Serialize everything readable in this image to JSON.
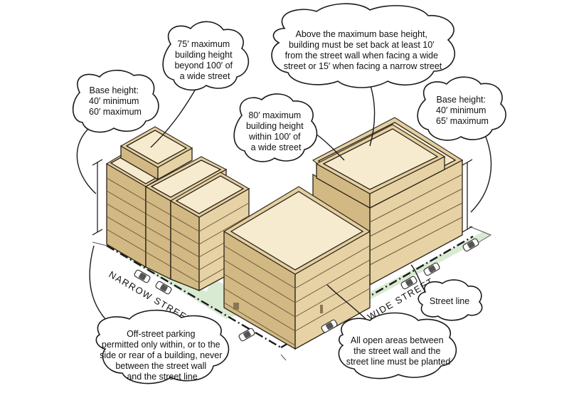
{
  "callouts": {
    "base_narrow": {
      "lines": [
        "Base height:",
        "40′ minimum",
        "60′ maximum"
      ]
    },
    "max_75": {
      "lines": [
        "75′ maximum",
        "building height",
        "beyond 100′ of",
        "a wide street"
      ]
    },
    "setback": {
      "lines": [
        "Above the maximum base height,",
        "building must be set back at least 10′",
        "from the street wall when facing a wide",
        "street or 15′ when facing a narrow street"
      ]
    },
    "max_80": {
      "lines": [
        "80′ maximum",
        "building height",
        "within 100′ of",
        "a wide street"
      ]
    },
    "base_wide": {
      "lines": [
        "Base height:",
        "40′ minimum",
        "65′ maximum"
      ]
    },
    "street_line": {
      "lines": [
        "Street line"
      ]
    },
    "planted": {
      "lines": [
        "All open areas between",
        "the street wall and the",
        "street line must be planted"
      ]
    },
    "parking": {
      "lines": [
        "Off-street parking",
        "permitted only within, or to the",
        "side or rear of a building, never",
        "between the street wall",
        "and the street line"
      ]
    }
  },
  "streets": {
    "narrow": "NARROW STREET",
    "wide": "WIDE STREET"
  },
  "colors": {
    "facade": "#e6d2a4",
    "facade_side": "#d2b883",
    "roof": "#f6ebcf",
    "planted_area": "#d9ead2",
    "outline": "#2a2218"
  }
}
